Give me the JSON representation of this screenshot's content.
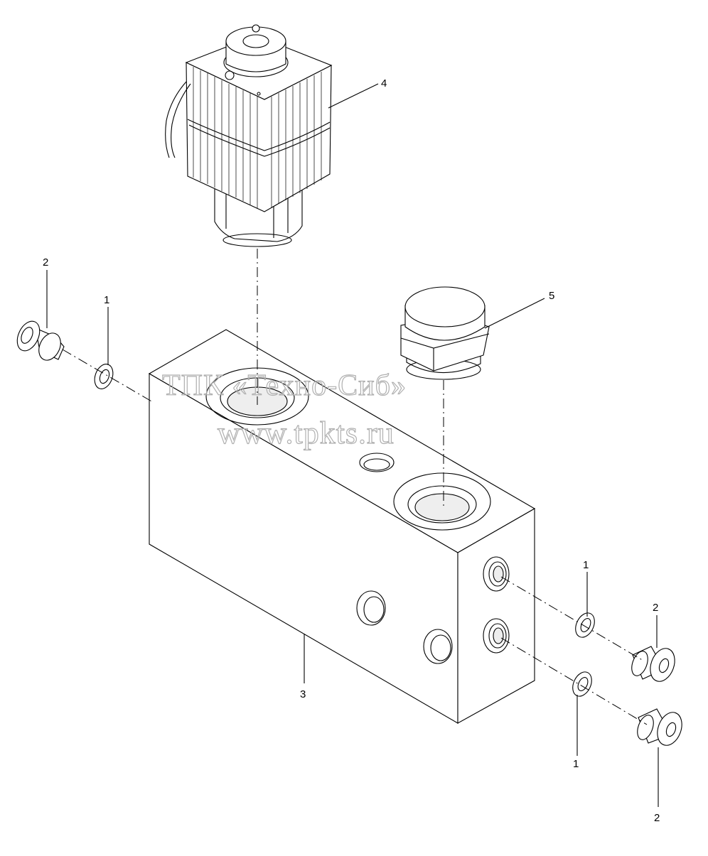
{
  "callouts": {
    "c2_left": "2",
    "c1_left": "1",
    "c4": "4",
    "c5": "5",
    "c3": "3",
    "c1_right_top": "1",
    "c2_right_top": "2",
    "c1_right_bottom": "1",
    "c2_right_bottom": "2"
  },
  "watermark": {
    "line1": "ТПК «Техно-Сиб»",
    "line2": "www.tpkts.ru"
  }
}
